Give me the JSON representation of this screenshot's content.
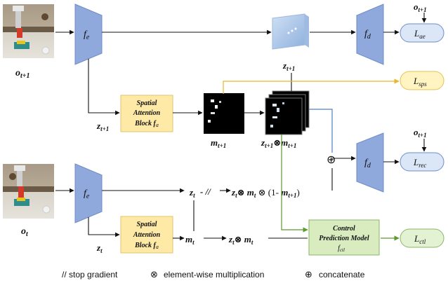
{
  "inputs": {
    "obs_next": "o",
    "obs_next_sub": "t+1",
    "obs_now": "o",
    "obs_now_sub": "t"
  },
  "encoder": {
    "label": "f",
    "sub": "e"
  },
  "decoder": {
    "label": "f",
    "sub": "d"
  },
  "attention_block": {
    "line1": "Spatial",
    "line2": "Attention",
    "line3": "Block f",
    "line3_sub": "a"
  },
  "control_model": {
    "line1": "Control",
    "line2": "Prediction Model",
    "line3": "f",
    "line3_sub": "ctl"
  },
  "losses": {
    "ae": {
      "main": "L",
      "sub": "ae"
    },
    "sps": {
      "main": "L",
      "sub": "sps"
    },
    "rec": {
      "main": "L",
      "sub": "rec"
    },
    "ctl": {
      "main": "L",
      "sub": "ctl"
    }
  },
  "latents": {
    "z_next": {
      "main": "z",
      "sub": "t+1"
    },
    "m_next": {
      "main": "m",
      "sub": "t+1"
    },
    "z_next_masked": {
      "a": "z",
      "a_sub": "t+1",
      "op": "⊗",
      "b": "m",
      "b_sub": "t+1"
    },
    "z_now": {
      "main": "z",
      "sub": "t"
    },
    "m_now": {
      "main": "m",
      "sub": "t"
    },
    "z_now_masked": "z",
    "z_now_masked_sub": "t",
    "z_now_masked_op": "⊗ ",
    "z_now_masked_m": "m",
    "z_now_masked_m_sub": "t",
    "stop_grad_mark": "- //",
    "inv_mask_expr": {
      "part1": "z",
      "part1_sub": "t",
      "op1": "⊗ ",
      "m": "m",
      "m_sub": "t",
      "op2": " ⊗ (1- ",
      "m2": "m",
      "m2_sub": "t+1",
      "close": ")"
    }
  },
  "concat_symbol": "⊕",
  "legend": {
    "stop_gradient": "// stop gradient",
    "elementwise_symbol": "⊗",
    "elementwise_text": "element-wise multiplication",
    "concat_symbol": "⊕",
    "concat_text": "concatenate"
  },
  "colors": {
    "trapezoid": "#8fa9dc",
    "trapezoid_stroke": "#6f8cc9",
    "attention_fill": "#ffe9a6",
    "attention_stroke": "#e2c56a",
    "control_fill": "#d8ecc0",
    "control_stroke": "#8ab664",
    "loss_blue_fill": "#dbe6f7",
    "loss_blue_stroke": "#6f8cc9",
    "loss_yellow_fill": "#fff4c2",
    "loss_yellow_stroke": "#e4c24e",
    "loss_green_fill": "#e3f2d3",
    "loss_green_stroke": "#8ab664",
    "arrow_yellow": "#e6b82a",
    "arrow_green": "#5a9a2e",
    "arrow_blue": "#4f7ec9"
  },
  "icons": [
    "robot-scene-next-image",
    "robot-scene-current-image",
    "latent-cube-icon",
    "attention-mask-image",
    "masked-feature-stack-image"
  ]
}
